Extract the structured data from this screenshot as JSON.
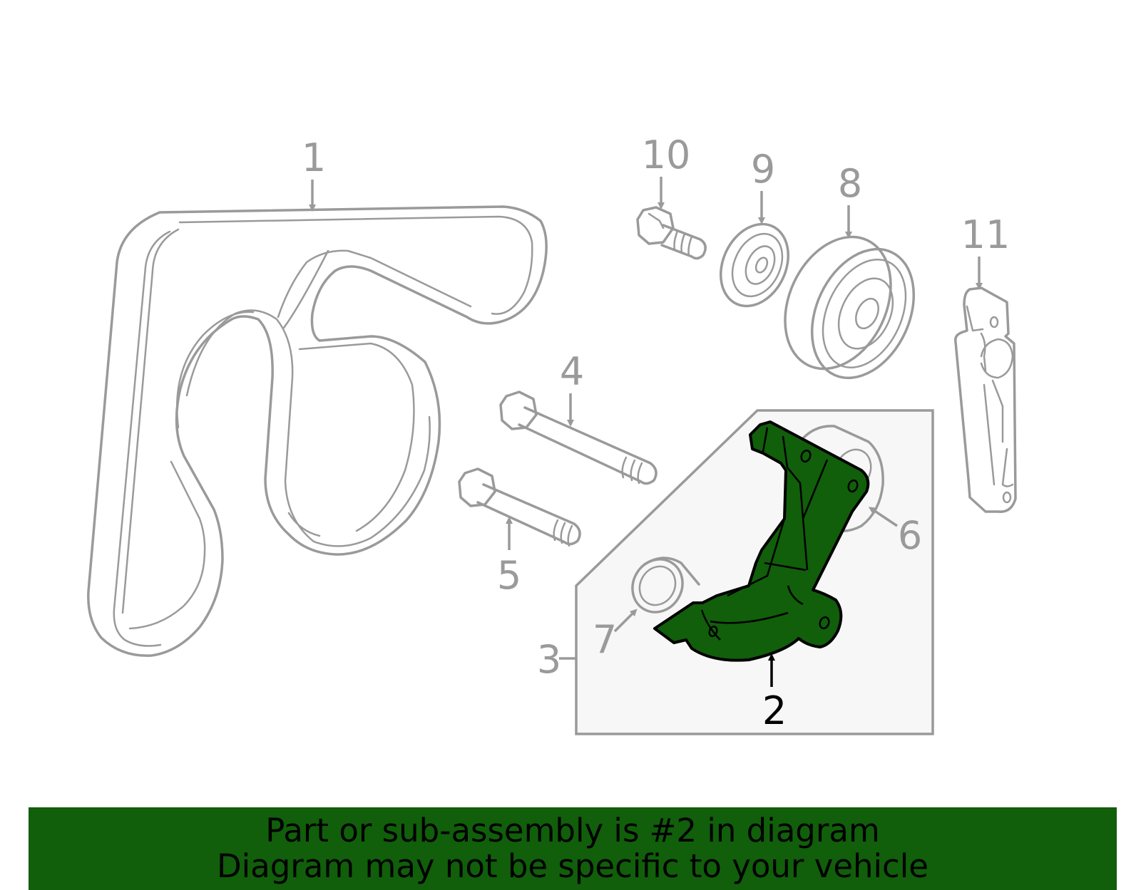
{
  "colors": {
    "highlight": "#115e0b",
    "line_gray": "#9a9a9a",
    "box_fill": "#f7f7f7",
    "text_dark": "#000000"
  },
  "callouts": {
    "c1": "1",
    "c2": "2",
    "c3": "3",
    "c4": "4",
    "c5": "5",
    "c6": "6",
    "c7": "7",
    "c8": "8",
    "c9": "9",
    "c10": "10",
    "c11": "11"
  },
  "highlighted_part": "2",
  "banner": {
    "line1": "Part or sub-assembly is #2 in diagram",
    "line2": "Diagram may not be specific to your vehicle"
  }
}
